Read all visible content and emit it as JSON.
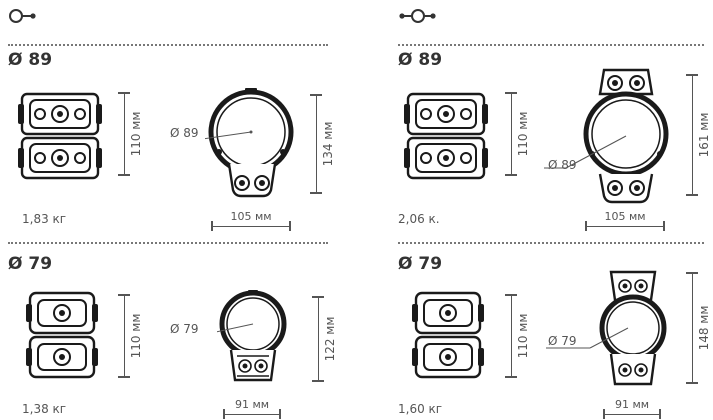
{
  "icons": {
    "left": "end-mount-connector-icon",
    "right": "mid-mount-connector-icon"
  },
  "panels": [
    {
      "diameter_heading": "Ø 89",
      "weight": "1,83 кг",
      "height_label": "110 мм",
      "total_height_label": "134 мм",
      "width_label": "105 мм",
      "pipe_label": "Ø 89"
    },
    {
      "diameter_heading": "Ø 89",
      "weight": "2,06 к.",
      "height_label": "110 мм",
      "total_height_label": "161 мм",
      "width_label": "105 мм",
      "pipe_label": "Ø 89"
    },
    {
      "diameter_heading": "Ø 79",
      "weight": "1,38 кг",
      "height_label": "110 мм",
      "total_height_label": "122 мм",
      "width_label": "91 мм",
      "pipe_label": "Ø 79"
    },
    {
      "diameter_heading": "Ø 79",
      "weight": "1,60 кг",
      "height_label": "110 мм",
      "total_height_label": "148 мм",
      "width_label": "91 мм",
      "pipe_label": "Ø 79"
    }
  ],
  "colors": {
    "ink": "#333333",
    "line": "#555555"
  }
}
